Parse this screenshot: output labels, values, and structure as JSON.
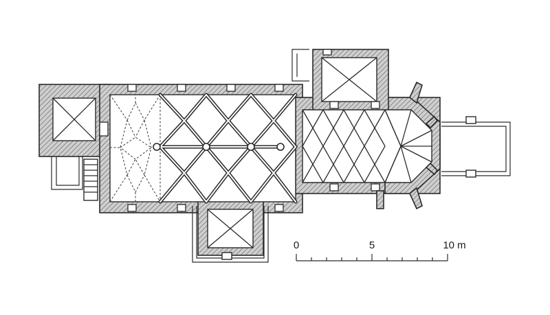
{
  "scale_bar": {
    "labels": [
      "0",
      "5",
      "10 m"
    ]
  }
}
